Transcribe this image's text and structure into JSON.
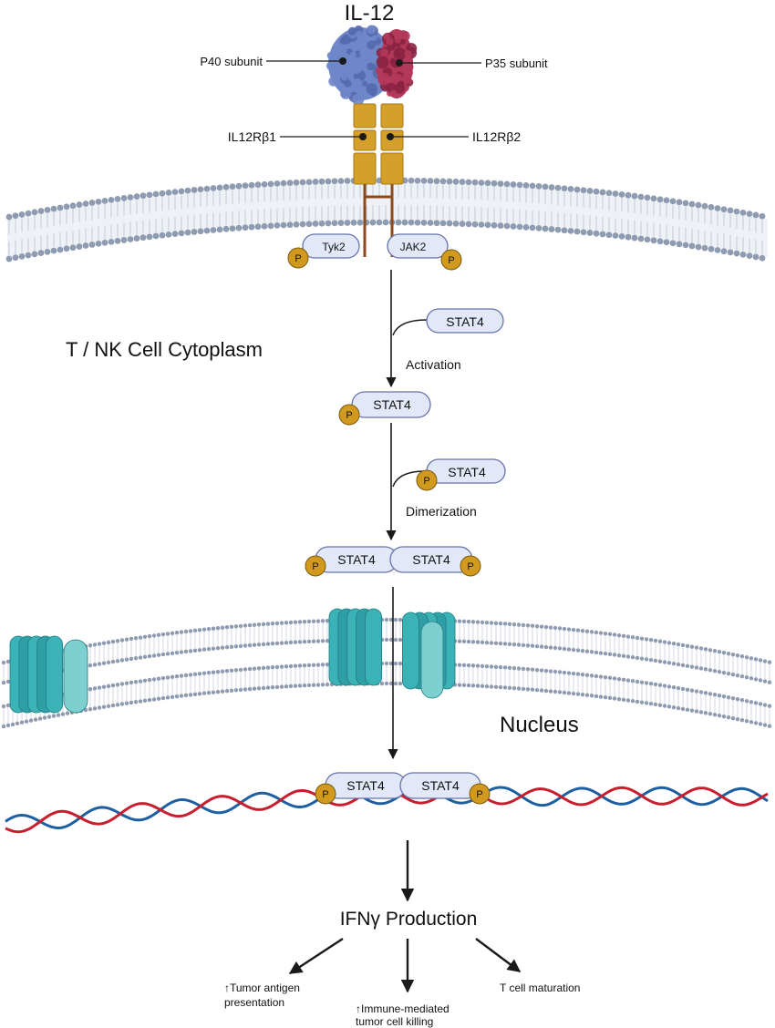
{
  "title": "IL-12",
  "ligand": {
    "p40_label": "P40 subunit",
    "p35_label": "P35 subunit",
    "p40_color": "#6f86c8",
    "p35_color": "#b3395a"
  },
  "receptor": {
    "beta1_label": "IL12Rβ1",
    "beta2_label": "IL12Rβ2",
    "color": "#d4a02a"
  },
  "kinases": {
    "tyk2": "Tyk2",
    "jak2": "JAK2",
    "phosphate": "P",
    "phosphate_color": "#d19a1e"
  },
  "stat": {
    "label": "STAT4",
    "fill": "#e3e8f8",
    "stroke": "#6673ad"
  },
  "steps": {
    "activation": "Activation",
    "dimerization": "Dimerization"
  },
  "regions": {
    "cytoplasm": "T / NK Cell Cytoplasm",
    "nucleus": "Nucleus"
  },
  "colors": {
    "membrane": "#8f9bb0",
    "pore": "#2e9fa4",
    "dna_red": "#c81e2e",
    "dna_blue": "#1d5fa0"
  },
  "output": {
    "title": "IFNγ Production",
    "effect1_line1": "↑Tumor antigen",
    "effect1_line2": "presentation",
    "effect2_line1": "↑Immune-mediated",
    "effect2_line2": "tumor cell killing",
    "effect3": "T cell maturation"
  }
}
